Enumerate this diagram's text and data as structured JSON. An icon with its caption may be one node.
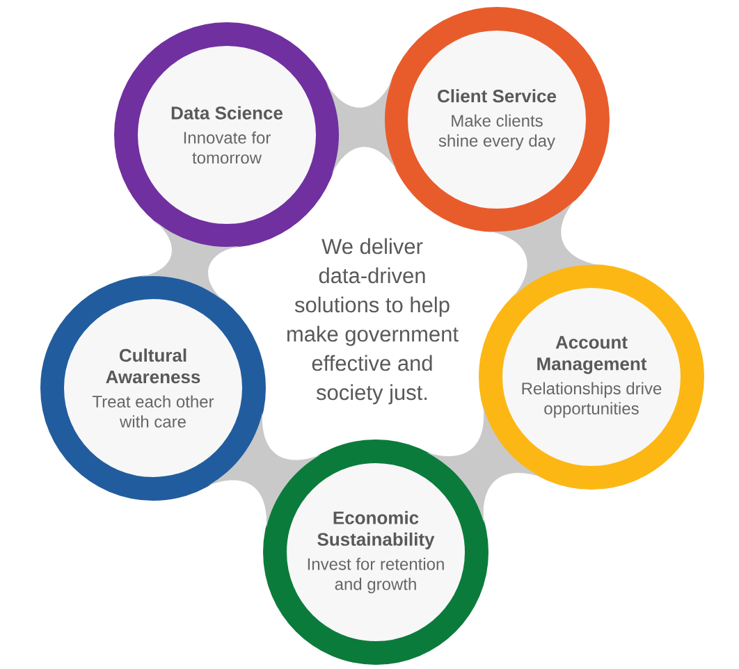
{
  "diagram": {
    "nodes": [
      {
        "text": [
          "Data Science",
          "Innovate for tomorrow"
        ]
      },
      {
        "text": [
          "Client Service",
          "Make clients shine every day"
        ]
      },
      {
        "text": [
          "Cultural Awareness",
          "Treat each other with care"
        ]
      },
      {
        "text": [
          "Account Management",
          "Relationships drive opportunities"
        ]
      },
      {
        "text": [
          "Economic Sustainability",
          "Invest for retention and growth"
        ]
      }
    ],
    "edges": [
      {
        "from": 0,
        "to": 1,
        "arrow": "none"
      },
      {
        "from": 1,
        "to": 3,
        "arrow": "none"
      },
      {
        "from": 3,
        "to": 4,
        "arrow": "none"
      },
      {
        "from": 4,
        "to": 2,
        "arrow": "none"
      },
      {
        "from": 2,
        "to": 0,
        "arrow": "none"
      }
    ],
    "labels": [
      "We deliver data-driven solutions to help make government effective and society just."
    ]
  }
}
